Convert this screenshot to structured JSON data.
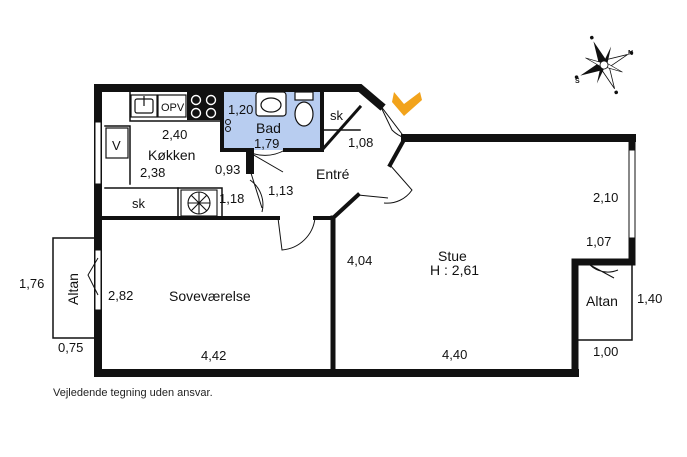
{
  "colors": {
    "wall": "#111111",
    "bathroom_fill": "#b8cdf0",
    "entrance_arrow": "#f2a31b",
    "background": "#ffffff"
  },
  "icons": [
    "compass-rose-icon",
    "entrance-arrow-icon",
    "sink-icon",
    "stove-icon",
    "toilet-icon",
    "washbasin-icon",
    "fan-icon"
  ],
  "rooms": {
    "kitchen": {
      "name": "Køkken",
      "width": "2,40",
      "depth": "2,38"
    },
    "bath": {
      "name": "Bad",
      "width": "1,20",
      "depth": "1,79"
    },
    "entrance": {
      "name": "Entré",
      "dim_a": "1,13",
      "dim_b": "1,08",
      "dim_c": "1,18",
      "dim_d": "0,93"
    },
    "living": {
      "name": "Stue",
      "height_note": "H : 2,61",
      "width": "4,40",
      "depth": "4,04",
      "dim_right_upper": "2,10",
      "dim_right_lower": "1,07"
    },
    "bedroom": {
      "name": "Soveværelse",
      "width": "4,42",
      "depth": "2,82"
    },
    "balcony_left": {
      "name": "Altan",
      "depth": "1,76",
      "width": "0,75"
    },
    "balcony_right": {
      "name": "Altan",
      "depth": "1,40",
      "width": "1,00"
    }
  },
  "fixtures": {
    "kitchen_opv": "OPV",
    "kitchen_v": "V",
    "kitchen_sk": "sk",
    "entrance_sk": "sk"
  },
  "compass": {
    "n": "N",
    "s": "S"
  },
  "disclaimer": "Vejledende tegning uden ansvar."
}
